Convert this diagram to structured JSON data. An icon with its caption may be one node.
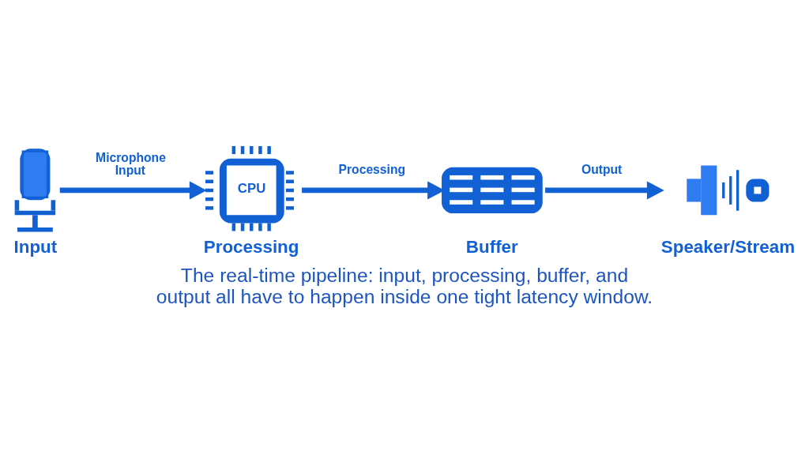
{
  "diagram": {
    "caption": "The real-time pipeline: input, processing, buffer, and output all have to happen inside one tight latency window.",
    "nodes": [
      {
        "text": [
          "Input"
        ]
      },
      {
        "text": [
          "CPU",
          "Processing"
        ]
      },
      {
        "text": [
          "Buffer"
        ]
      },
      {
        "text": [
          "Speaker/Stream"
        ]
      }
    ],
    "edges": [
      {
        "from": 0,
        "to": 1,
        "arrow": "to",
        "label": "Microphone Input"
      },
      {
        "from": 1,
        "to": 2,
        "arrow": "to",
        "label": "Processing"
      },
      {
        "from": 2,
        "to": 3,
        "arrow": "to",
        "label": "Output"
      }
    ]
  }
}
